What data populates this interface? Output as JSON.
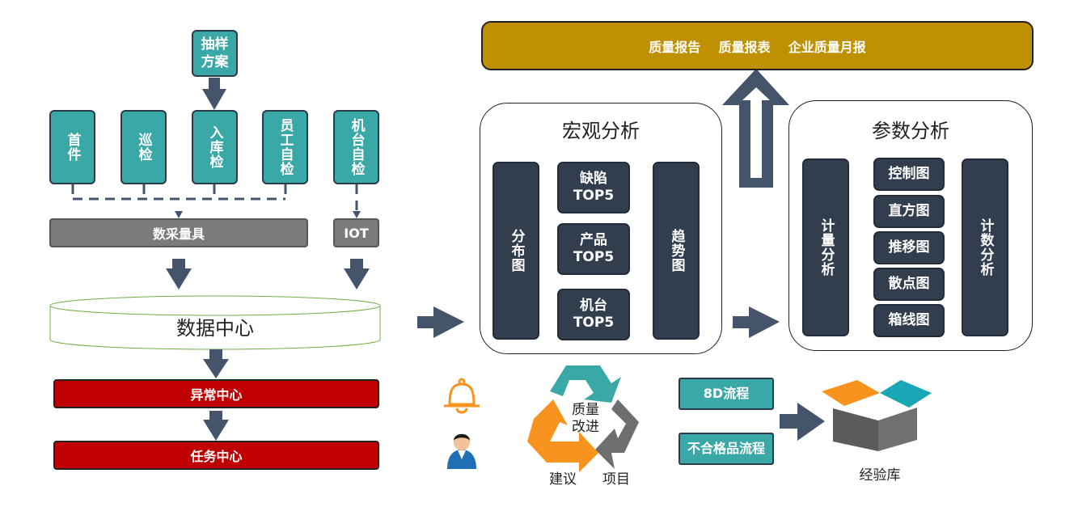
{
  "left": {
    "sampling": "抽样\n方案",
    "inspections": [
      "首件",
      "巡检",
      "入库检",
      "员工自检",
      "机台自检"
    ],
    "data_gauge": "数采量具",
    "iot": "IOT",
    "data_center": "数据中心",
    "exception_center": "异常中心",
    "task_center": "任务中心"
  },
  "top_bar": {
    "reports": "质量报告    质量报表    企业质量月报"
  },
  "macro": {
    "title": "宏观分析",
    "distribution": "分布图",
    "trend": "趋势图",
    "top": [
      "缺陷\nTOP5",
      "产品\nTOP5",
      "机台\nTOP5"
    ]
  },
  "param": {
    "title": "参数分析",
    "variable": "计量分析",
    "attribute": "计数分析",
    "charts": [
      "控制图",
      "直方图",
      "推移图",
      "散点图",
      "箱线图"
    ]
  },
  "bottom": {
    "cycle_center": "质量\n改进",
    "suggestion": "建议",
    "project": "项目",
    "flow_8d": "8D流程",
    "flow_ng": "不合格品流程",
    "experience": "经验库"
  },
  "colors": {
    "teal": "#3aa8a6",
    "navy": "#323d4d",
    "red": "#c00000",
    "gold": "#bf9000",
    "orange": "#f7931e",
    "arrow": "#44546a"
  }
}
